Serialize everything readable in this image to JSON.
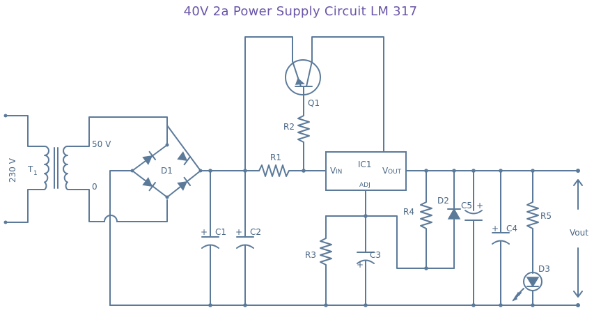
{
  "title": "40V 2a Power Supply Circuit LM 317",
  "labels": {
    "input_voltage": "230 V",
    "transformer": "T",
    "transformer_sub": "1",
    "secondary_top": "50 V",
    "secondary_bottom": "0",
    "bridge": "D1",
    "c1": "C1",
    "c2": "C2",
    "r1": "R1",
    "r2": "R2",
    "q1": "Q1",
    "ic1": "IC1",
    "vin_v": "V",
    "vin_sub": "IN",
    "vout_v": "V",
    "vout_sub": "OUT",
    "adj": "ADJ",
    "r3": "R3",
    "c3": "C3",
    "r4": "R4",
    "d2": "D2",
    "c5": "C5",
    "c4": "C4",
    "r5": "R5",
    "d3": "D3",
    "output": "Vout"
  },
  "polarity_marks": {
    "plus": "+"
  },
  "colors": {
    "wire": "#5b7a9a",
    "title": "#6a55a8",
    "text": "#4a6684"
  }
}
